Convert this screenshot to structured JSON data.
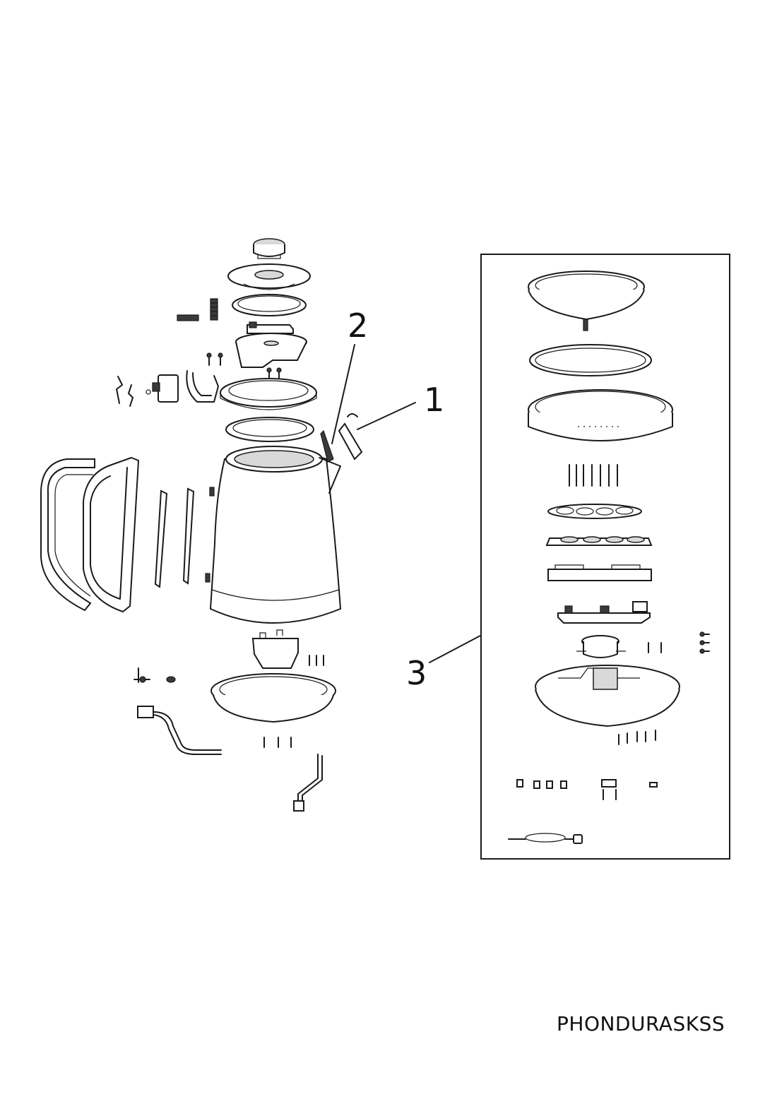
{
  "callouts": {
    "label_1": "1",
    "label_2": "2",
    "label_3": "3"
  },
  "model_code": "PHONDURASKSS"
}
